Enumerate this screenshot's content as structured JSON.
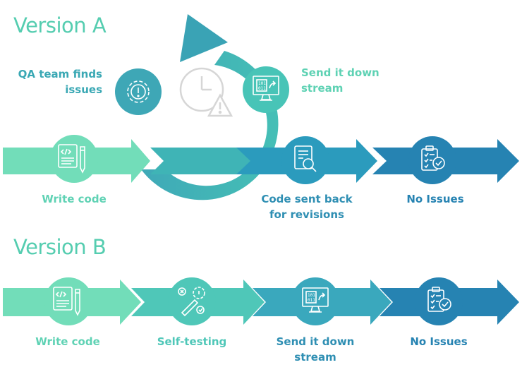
{
  "version_a": {
    "title": "Version A",
    "loop_left_label_l1": "QA team finds",
    "loop_left_label_l2": "issues",
    "loop_right_label_l1": "Send it down",
    "loop_right_label_l2": "stream",
    "step1_label": "Write code",
    "step2_label_l1": "Code sent back",
    "step2_label_l2": "for revisions",
    "step3_label": "No Issues"
  },
  "version_b": {
    "title": "Version B",
    "step1_label": "Write code",
    "step2_label": "Self-testing",
    "step3_label_l1": "Send it down",
    "step3_label_l2": "stream",
    "step4_label": "No Issues"
  },
  "colors": {
    "title": "#55cdb0",
    "label_light": "#5fd2b4",
    "label_dark": "#2f8fb3",
    "mint": "#72ddb9",
    "teal": "#3fb4b6",
    "teal_mid": "#3aa8bd",
    "blue": "#2b93bb",
    "blue_dark": "#2683b2",
    "gray_icon": "#d6d6d6"
  },
  "icons": [
    "code-document-icon",
    "gear-alert-icon",
    "clock-warning-icon",
    "binary-monitor-icon",
    "document-search-icon",
    "checklist-icon",
    "self-testing-icon"
  ]
}
